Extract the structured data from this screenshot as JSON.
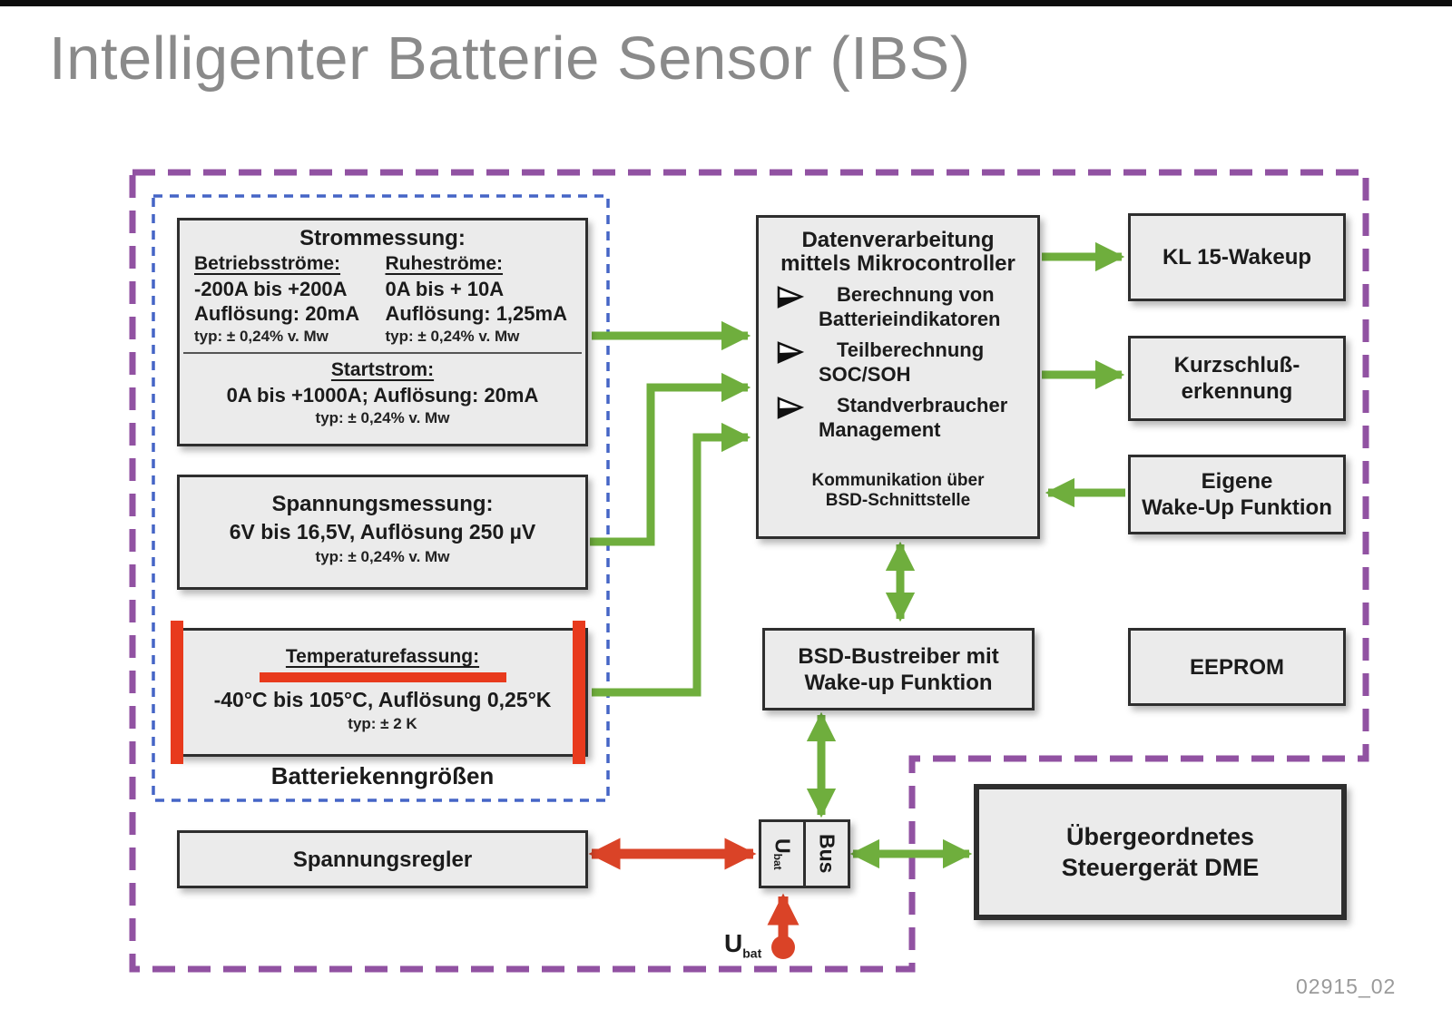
{
  "page": {
    "title": "Intelligenter Batterie Sensor (IBS)",
    "figure_id": "02915_02"
  },
  "colors": {
    "green_arrow": "#6fae3d",
    "red_arrow": "#da4327",
    "red_highlight": "#e83a1d",
    "purple_dashed_border": "#9152a2",
    "blue_dashed_border": "#4565c6",
    "box_fill": "#ebebeb",
    "box_border": "#2e2e2e",
    "title_gray": "#8a8a8a"
  },
  "strommessung": {
    "title": "Strommessung:",
    "betriebsstroeme": {
      "heading": "Betriebsströme:",
      "line1": "-200A bis +200A",
      "line2": "Auflösung: 20mA",
      "typ": "typ: ± 0,24% v. Mw"
    },
    "ruhestroeme": {
      "heading": "Ruheströme:",
      "line1": "0A bis + 10A",
      "line2": "Auflösung: 1,25mA",
      "typ": "typ: ± 0,24% v. Mw"
    },
    "startstrom": {
      "heading": "Startstrom:",
      "line1": "0A bis +1000A; Auflösung: 20mA",
      "typ": "typ: ± 0,24% v. Mw"
    }
  },
  "spannungsmessung": {
    "title": "Spannungsmessung:",
    "line1": "6V bis 16,5V, Auflösung 250  µV",
    "typ": "typ: ± 0,24% v. Mw"
  },
  "temperaturerfassung": {
    "title": "Temperaturefassung:",
    "line1": "-40°C bis 105°C, Auflösung 0,25°K",
    "typ": "typ: ± 2 K"
  },
  "group_label": "Batteriekenngrößen",
  "datenverarbeitung": {
    "title_line1": "Datenverarbeitung",
    "title_line2": "mittels Mikrocontroller",
    "bullets": [
      {
        "line1": "Berechnung von",
        "line2": "Batterieindikatoren"
      },
      {
        "line1": "Teilberechnung",
        "line2": "SOC/SOH"
      },
      {
        "line1": "Standverbraucher",
        "line2": "Management"
      }
    ],
    "footer_line1": "Kommunikation über",
    "footer_line2": "BSD-Schnittstelle"
  },
  "kl15_wakeup": {
    "label": "KL 15-Wakeup"
  },
  "kurzschlusserkennung": {
    "line1": "Kurzschluß-",
    "line2": "erkennung"
  },
  "eigene_wakeup": {
    "line1": "Eigene",
    "line2": "Wake-Up Funktion"
  },
  "bsd_bustreiber": {
    "line1": "BSD-Bustreiber mit",
    "line2": "Wake-up Funktion"
  },
  "eeprom": {
    "label": "EEPROM"
  },
  "spannungsregler": {
    "label": "Spannungsregler"
  },
  "connector": {
    "ubat_main": "U",
    "ubat_sub": "bat",
    "bus": "Bus"
  },
  "dme": {
    "line1": "Übergeordnetes",
    "line2": "Steuergerät DME"
  },
  "ubat_source": {
    "main": "U",
    "sub": "bat"
  }
}
